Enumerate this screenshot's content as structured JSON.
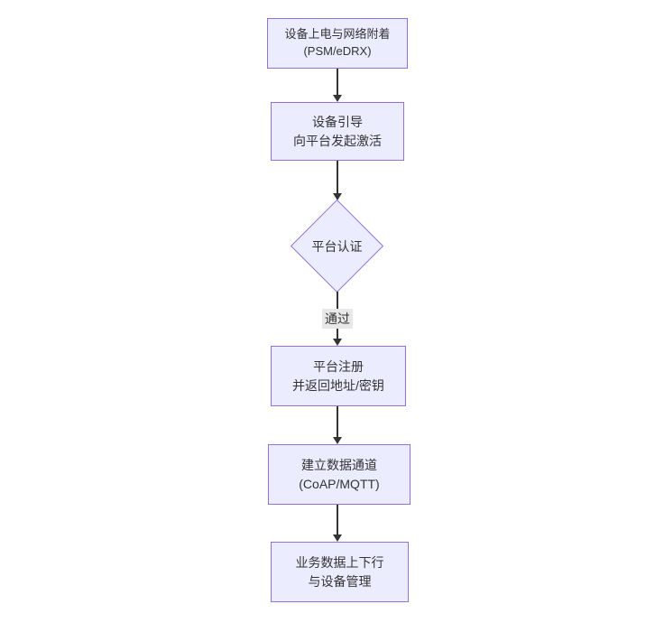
{
  "diagram": {
    "type": "flowchart",
    "direction": "top-down",
    "nodes": [
      {
        "shape": "rect",
        "lines": [
          "设备上电与网络附着",
          "(PSM/eDRX)"
        ]
      },
      {
        "shape": "rect",
        "lines": [
          "设备引导",
          "向平台发起激活"
        ]
      },
      {
        "shape": "diamond",
        "lines": [
          "平台认证"
        ]
      },
      {
        "shape": "rect",
        "lines": [
          "平台注册",
          "并返回地址/密钥"
        ]
      },
      {
        "shape": "rect",
        "lines": [
          "建立数据通道",
          "(CoAP/MQTT)"
        ]
      },
      {
        "shape": "rect",
        "lines": [
          "业务数据上下行",
          "与设备管理"
        ]
      }
    ],
    "edges": [
      {
        "from": 0,
        "to": 1,
        "label": ""
      },
      {
        "from": 1,
        "to": 2,
        "label": ""
      },
      {
        "from": 2,
        "to": 3,
        "label": "通过"
      },
      {
        "from": 3,
        "to": 4,
        "label": ""
      },
      {
        "from": 4,
        "to": 5,
        "label": ""
      }
    ],
    "colors": {
      "node_fill": "#ECECFF",
      "node_border": "#9370DB",
      "edge_line": "#333333",
      "text": "#333333",
      "edge_label_bg": "#e8e8e8",
      "background": "#ffffff"
    }
  }
}
